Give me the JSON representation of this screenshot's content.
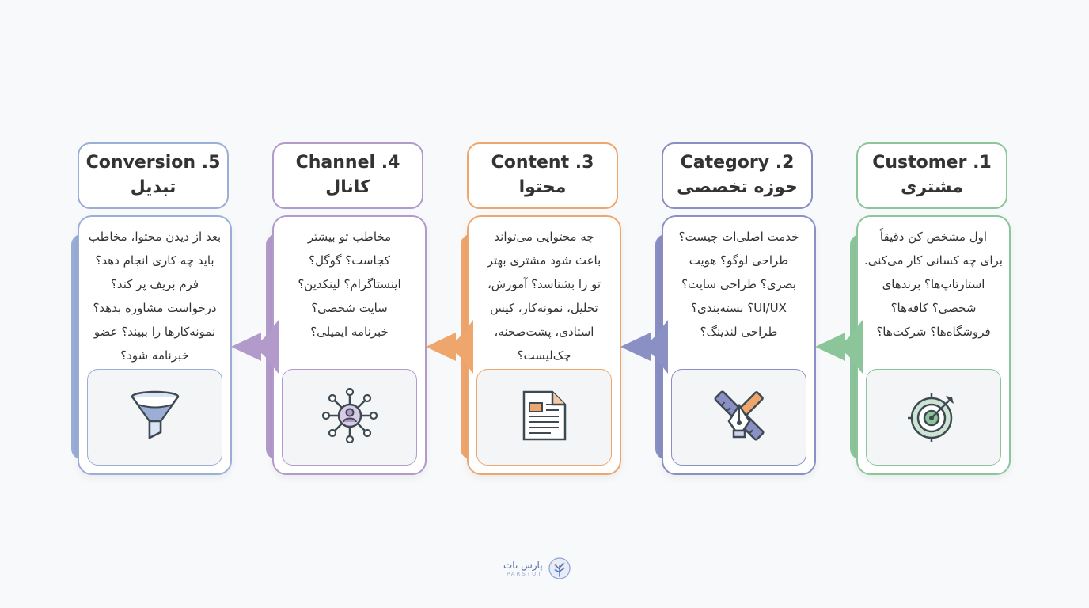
{
  "steps": [
    {
      "title_en": "Customer .1",
      "title_fa": "مشتری",
      "lines": [
        "اول مشخص کن دقیقاً",
        "برای چه کسانی کار می‌کنی.",
        "استارتاپ‌ها؟ برندهای",
        "شخصی؟ کافه‌ها؟",
        "فروشگاه‌ها؟ شرکت‌ها؟"
      ],
      "icon": "target-icon",
      "color": "#8dc59b"
    },
    {
      "title_en": "Category .2",
      "title_fa": "حوزه تخصصی",
      "lines": [
        "خدمت اصلی‌ات چیست؟",
        "طراحی لوگو؟ هویت",
        "بصری؟ طراحی سایت؟",
        "UI/UX؟ بسته‌بندی؟",
        "طراحی لندینگ؟"
      ],
      "icon": "design-tools-icon",
      "color": "#8a8fc4"
    },
    {
      "title_en": "Content .3",
      "title_fa": "محتوا",
      "lines": [
        "چه محتوایی می‌تواند",
        "باعث شود مشتری بهتر",
        "تو را بشناسد؟ آموزش،",
        "تحلیل، نمونه‌کار، کیس",
        "استادی، پشت‌صحنه،",
        "چک‌لیست؟"
      ],
      "icon": "document-icon",
      "color": "#efa66c"
    },
    {
      "title_en": "Channel .4",
      "title_fa": "کانال",
      "lines": [
        "مخاطب تو بیشتر",
        "کجاست؟ گوگل؟",
        "اینستاگرام؟ لینکدین؟",
        "سایت شخصی؟",
        "خبرنامه ایمیلی؟"
      ],
      "icon": "network-user-icon",
      "color": "#b29acb"
    },
    {
      "title_en": "Conversion .5",
      "title_fa": "تبدیل",
      "lines": [
        "بعد از دیدن محتوا، مخاطب",
        "باید چه کاری انجام دهد؟",
        "فرم بریف پر کند؟",
        "درخواست مشاوره بدهد؟",
        "نمونه‌کارها را ببیند؟ عضو",
        "خبرنامه شود؟"
      ],
      "icon": "funnel-icon",
      "color": "#9aaed6"
    }
  ],
  "logo": {
    "text": "پارس تات",
    "sub": "PARSTUT",
    "icon": "brain-tree-icon"
  }
}
